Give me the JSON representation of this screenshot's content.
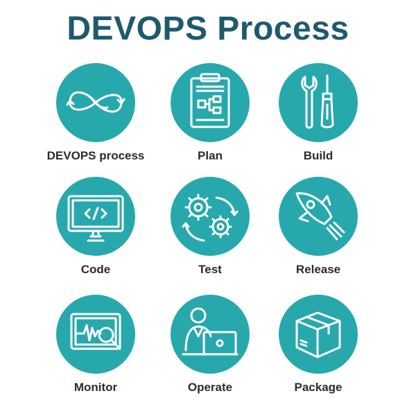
{
  "title": "DEVOPS Process",
  "colors": {
    "title": "#1e5a6d",
    "circle": "#27a8ad",
    "icon": "#ffffff",
    "label": "#2b2b2b"
  },
  "items": [
    {
      "label": "DEVOPS process",
      "icon": "infinity-loop-icon"
    },
    {
      "label": "Plan",
      "icon": "clipboard-flowchart-icon"
    },
    {
      "label": "Build",
      "icon": "wrench-screwdriver-icon"
    },
    {
      "label": "Code",
      "icon": "monitor-code-icon"
    },
    {
      "label": "Test",
      "icon": "gears-cycle-icon"
    },
    {
      "label": "Release",
      "icon": "rocket-icon"
    },
    {
      "label": "Monitor",
      "icon": "monitor-magnifier-icon"
    },
    {
      "label": "Operate",
      "icon": "person-laptop-icon"
    },
    {
      "label": "Package",
      "icon": "box-icon"
    }
  ]
}
